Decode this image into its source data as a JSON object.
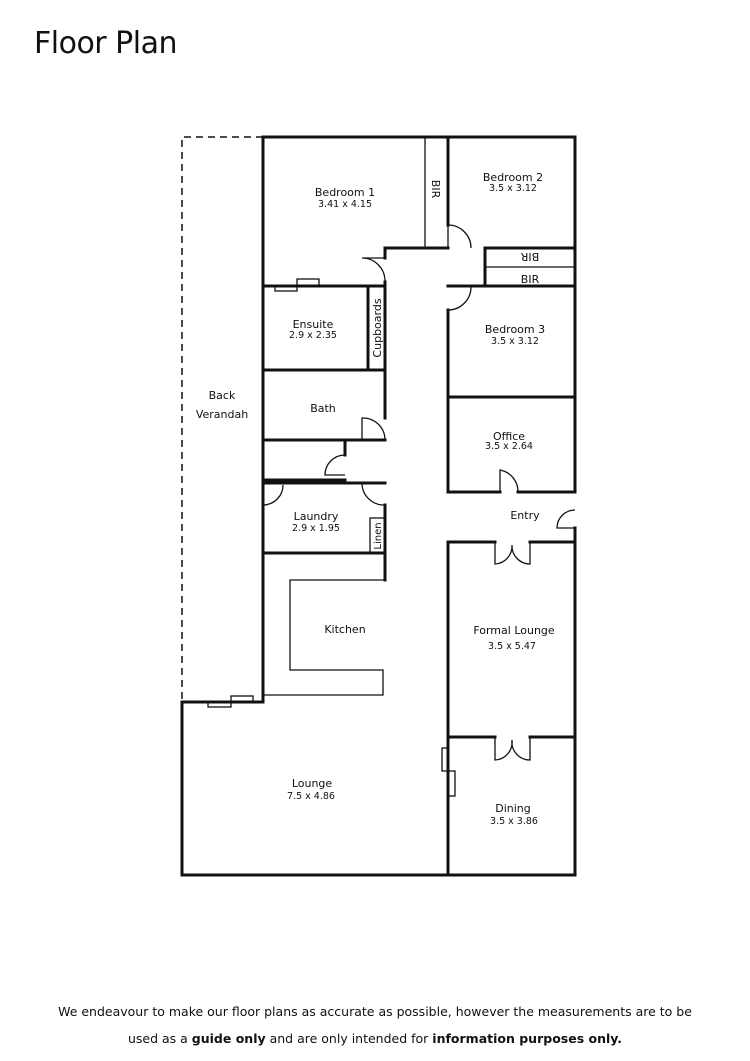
{
  "title": "Floor Plan",
  "rooms": {
    "bedroom1": {
      "name": "Bedroom 1",
      "dims": "3.41 x 4.15"
    },
    "bedroom2": {
      "name": "Bedroom 2",
      "dims": "3.5 x 3.12"
    },
    "bedroom3": {
      "name": "Bedroom 3",
      "dims": "3.5 x 3.12"
    },
    "bir1": {
      "name": "BIR"
    },
    "bir2": {
      "name": "BIR"
    },
    "bir3": {
      "name": "BIR"
    },
    "ensuite": {
      "name": "Ensuite",
      "dims": "2.9 x 2.35"
    },
    "cupboards": {
      "name": "Cupboards"
    },
    "bath": {
      "name": "Bath"
    },
    "office": {
      "name": "Office",
      "dims": "3.5 x 2.64"
    },
    "entry": {
      "name": "Entry"
    },
    "verandah": {
      "name_line1": "Back",
      "name_line2": "Verandah"
    },
    "laundry": {
      "name": "Laundry",
      "dims": "2.9 x 1.95"
    },
    "linen": {
      "name": "Linen"
    },
    "kitchen": {
      "name": "Kitchen"
    },
    "formal_lounge": {
      "name": "Formal Lounge",
      "dims": "3.5 x 5.47"
    },
    "lounge": {
      "name": "Lounge",
      "dims": "7.5 x 4.86"
    },
    "dining": {
      "name": "Dining",
      "dims": "3.5 x 3.86"
    }
  },
  "disclaimer": {
    "part1": "We endeavour to make our floor plans as accurate as possible, however the measurements are to be",
    "part2": "used as a ",
    "bold1": "guide only",
    "part3": " and are only intended for ",
    "bold2": "information purposes only."
  }
}
